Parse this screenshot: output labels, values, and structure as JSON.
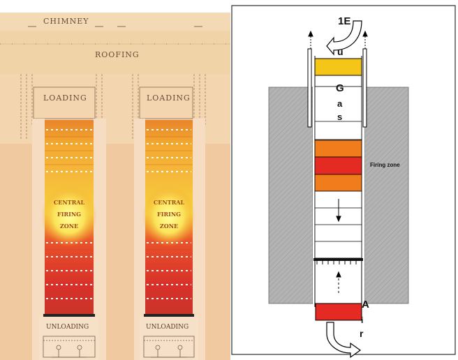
{
  "kiln": {
    "chimney": "CHIMNEY",
    "roofing": "ROOFING",
    "shafts": [
      {
        "loading": "LOADING",
        "zone": [
          "CENTRAL",
          "FIRING",
          "ZONE"
        ],
        "unloading": "UNLOADING"
      },
      {
        "loading": "LOADING",
        "zone": [
          "CENTRAL",
          "FIRING",
          "ZONE"
        ],
        "unloading": "UNLOADING"
      }
    ]
  },
  "schematic": {
    "top_letters": [
      "1E",
      "u"
    ],
    "gas_letters": [
      "G",
      "a",
      "s"
    ],
    "firing_zone": "Firing zone",
    "bottom_letters": [
      "A",
      "i",
      "r"
    ]
  },
  "colors": {
    "kiln_bg": "#f2cda5",
    "roofing": "#f0d4a8",
    "wall_gray": "#b3b3b3",
    "yellow": "#f5c518",
    "orange": "#f07c1c",
    "red": "#e52a24"
  }
}
